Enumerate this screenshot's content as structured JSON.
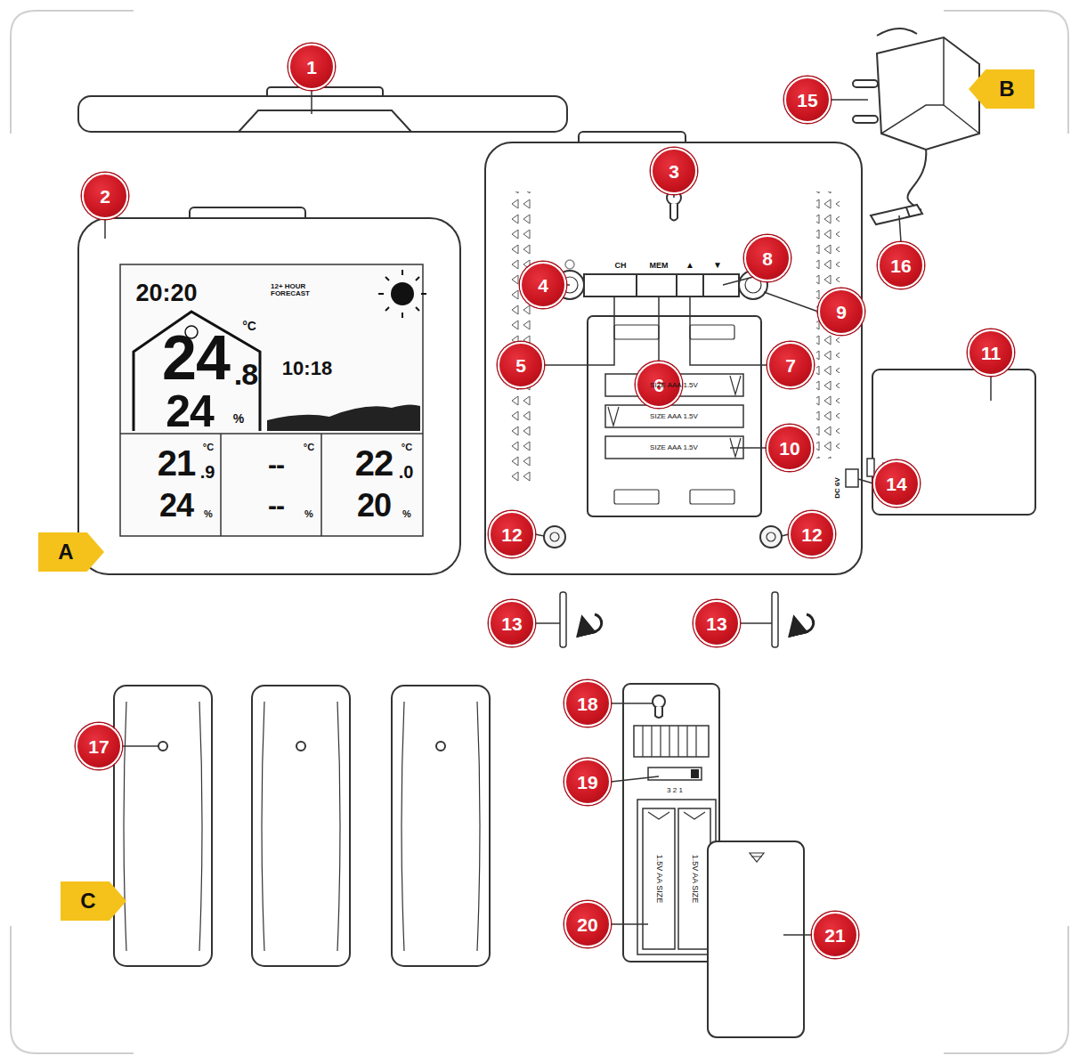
{
  "diagram": {
    "labels": [
      "1",
      "2",
      "3",
      "4",
      "5",
      "6",
      "7",
      "8",
      "9",
      "10",
      "11",
      "12",
      "12",
      "13",
      "13",
      "14",
      "15",
      "16",
      "17",
      "18",
      "19",
      "20",
      "21",
      "A",
      "B",
      "C",
      "20:20",
      "12+ HOUR FORECAST",
      "°C",
      "24",
      ".8",
      "24",
      "%",
      "10:18",
      "21",
      ".9",
      "°C",
      "24",
      "%",
      "--",
      "°C",
      "--",
      "%",
      "22",
      ".0",
      "°C",
      "20",
      "%",
      "CH",
      "MEM",
      "▲",
      "▼",
      "SIZE AAA 1.5V",
      "SIZE AAA 1.5V",
      "SIZE AAA 1.5V",
      "DC 6V",
      "3 2 1",
      "1.5V AA SIZE",
      "1.5V AA SIZE"
    ]
  }
}
